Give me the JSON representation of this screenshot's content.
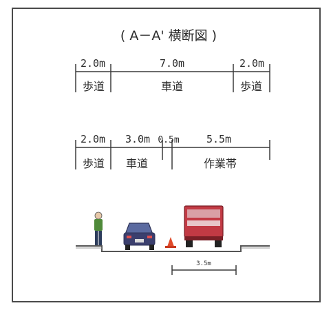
{
  "title": "( A－A' 横断図 )",
  "section_upper": {
    "dimensions": [
      "2.0m",
      "7.0m",
      "2.0m"
    ],
    "labels": [
      "歩道",
      "車道",
      "歩道"
    ]
  },
  "section_lower": {
    "dimensions": [
      "2.0m",
      "3.0m",
      "0.5m",
      "5.5m"
    ],
    "labels": [
      "歩道",
      "車道",
      "作業帯"
    ]
  },
  "bottom_dimension": "3.5m",
  "colors": {
    "frame": "#4a4a4a",
    "line": "#3a3a3a",
    "car_body": "#3b3f6e",
    "truck_body": "#c23a44",
    "cone": "#e04a2a",
    "person_top": "#4f8a3a",
    "person_pants": "#2d3d5c"
  }
}
